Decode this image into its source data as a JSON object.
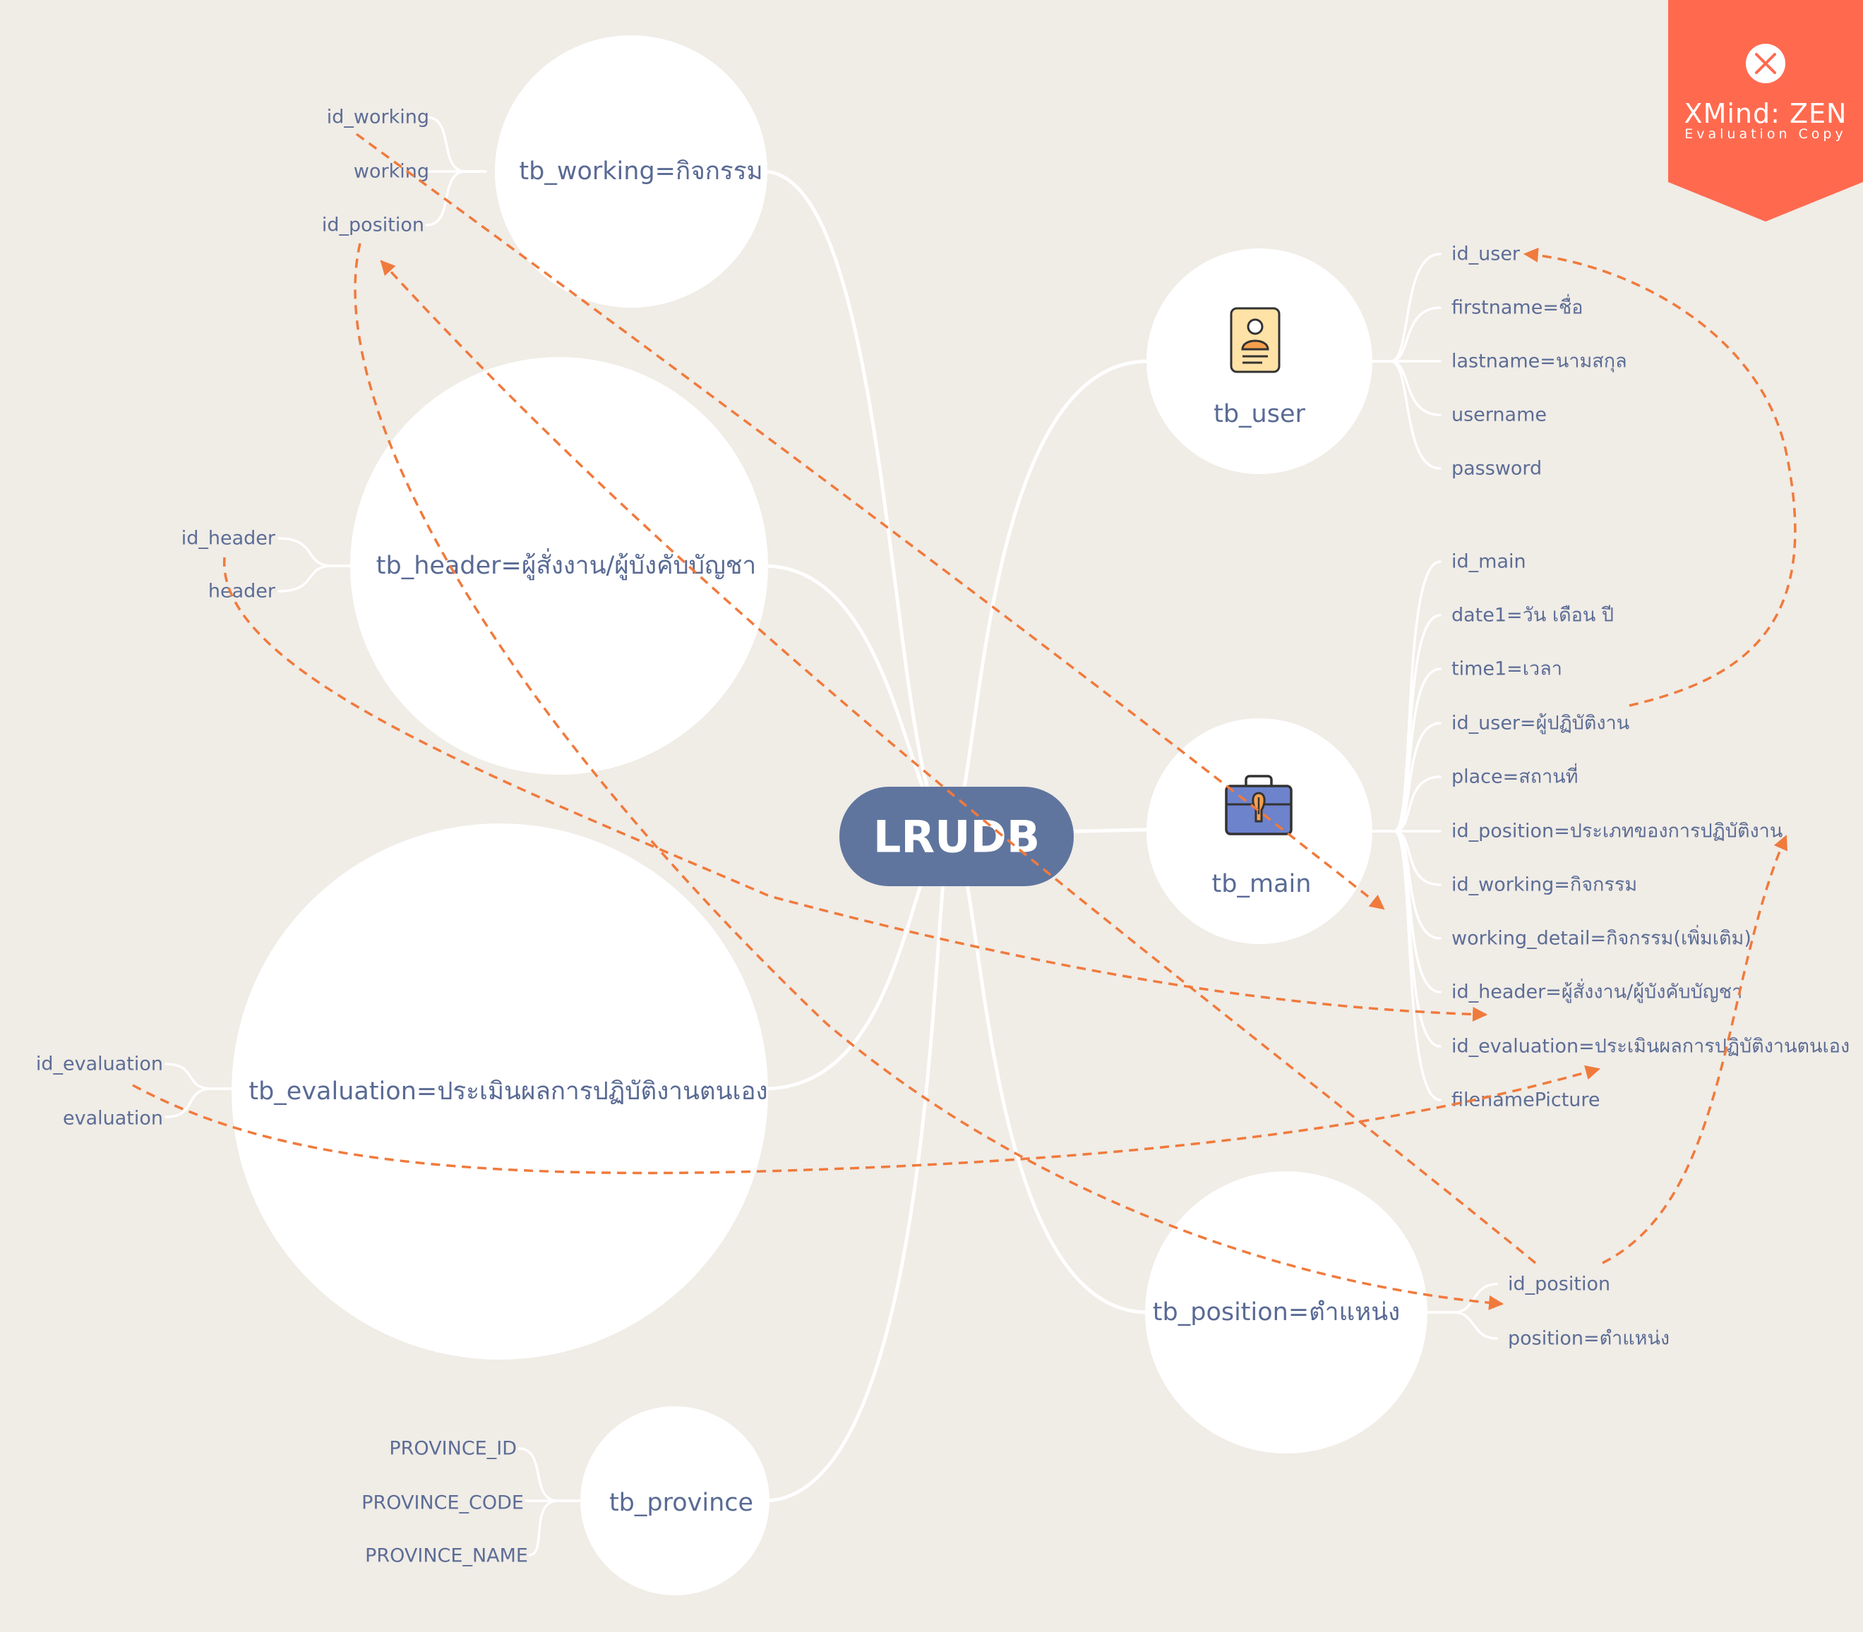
{
  "root": "LRUDB",
  "watermark": {
    "title": "XMind: ZEN",
    "subtitle": "Evaluation Copy",
    "color": "#ff6a4f"
  },
  "colors": {
    "background": "#f0ece6",
    "root": "#5f759e",
    "text": "#596a94",
    "relationship": "#f07a3c"
  },
  "tables": {
    "working": {
      "label": "tb_working=กิจกรรม",
      "fields": [
        "id_working",
        "working",
        "id_position"
      ]
    },
    "header": {
      "label": "tb_header=ผู้สั่งงาน/ผู้บังคับบัญชา",
      "fields": [
        "id_header",
        "header"
      ]
    },
    "evaluation": {
      "label": "tb_evaluation=ประเมินผลการปฏิบัติงานตนเอง",
      "fields": [
        "id_evaluation",
        "evaluation"
      ]
    },
    "province": {
      "label": "tb_province",
      "fields": [
        "PROVINCE_ID",
        "PROVINCE_CODE",
        "PROVINCE_NAME"
      ]
    },
    "user": {
      "label": "tb_user",
      "icon": "user-contact-card-icon",
      "fields": [
        "id_user",
        "firstname=ชื่อ",
        "lastname=นามสกุล",
        "username",
        "password"
      ]
    },
    "main": {
      "label": "tb_main",
      "icon": "briefcase-icon",
      "fields": [
        "id_main",
        "date1=วัน เดือน ปี",
        "time1=เวลา",
        "id_user=ผู้ปฏิบัติงาน",
        "place=สถานที่",
        "id_position=ประเภทของการปฏิบัติงาน",
        "id_working=กิจกรรม",
        "working_detail=กิจกรรม(เพิ่มเติม)",
        "id_header=ผู้สั่งงาน/ผู้บังคับบัญชา",
        "id_evaluation=ประเมินผลการปฏิบัติงานตนเอง",
        "filenamePicture"
      ]
    },
    "position": {
      "label": "tb_position=ตำแหน่ง",
      "fields": [
        "id_position",
        "position=ตำแหน่ง"
      ]
    }
  }
}
